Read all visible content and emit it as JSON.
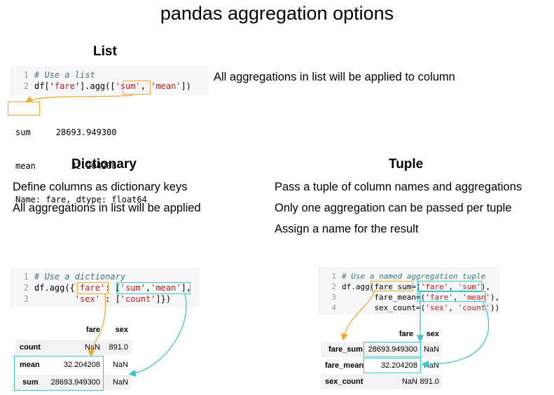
{
  "title": "pandas aggregation options",
  "list": {
    "heading": "List",
    "description": "All aggregations in list will be applied to column",
    "code": [
      {
        "n": "1",
        "text": "# Use a list"
      },
      {
        "n": "2",
        "pre": "df['",
        "s1": "fare",
        "mid": "'].agg([",
        "s2": "'sum'",
        "sep": ", ",
        "s3": "'mean'",
        "post": "])"
      }
    ],
    "output": [
      "sum     28693.949300",
      "mean       32.204208",
      "Name: fare, dtype: float64"
    ]
  },
  "dictionary": {
    "heading": "Dictionary",
    "lines": [
      "Define columns as dictionary keys",
      "All aggregations in list will be applied"
    ],
    "code": [
      {
        "n": "1",
        "text": "# Use a dictionary"
      },
      {
        "n": "2",
        "pre": "df.agg({",
        "s1": "'fare'",
        "mid": ": [",
        "s2": "'sum'",
        "sep": ",",
        "s3": "'mean'",
        "post": "],"
      },
      {
        "n": "3",
        "pre": "        ",
        "s1": "'sex'",
        "mid": " : [",
        "s2": "'count'",
        "post": "]})"
      }
    ],
    "table": {
      "columns": [
        "fare",
        "sex"
      ],
      "rows": [
        {
          "index": "count",
          "fare": "NaN",
          "sex": "891.0"
        },
        {
          "index": "mean",
          "fare": "32.204208",
          "sex": "NaN"
        },
        {
          "index": "sum",
          "fare": "28693.949300",
          "sex": "NaN"
        }
      ]
    }
  },
  "tuple": {
    "heading": "Tuple",
    "lines": [
      "Pass a tuple of column names and aggregations",
      "Only one aggregation can be passed per tuple",
      "Assign a name for the result"
    ],
    "code": [
      {
        "n": "1",
        "text": "# Use a named aggregation tuple"
      },
      {
        "n": "2",
        "pre": "df.agg(",
        "name": "fare_sum",
        "eq": "=(",
        "s1": "'fare'",
        "sep": ", ",
        "s2": "'sum'",
        "post": "),"
      },
      {
        "n": "3",
        "pre": "       ",
        "name": "fare_mean",
        "eq": "=(",
        "s1": "'fare'",
        "sep": ", ",
        "s2": "'mean'",
        "post": "),"
      },
      {
        "n": "4",
        "pre": "       ",
        "name": "sex_count",
        "eq": "=(",
        "s1": "'sex'",
        "sep": ", ",
        "s2": "'count'",
        "post": "))"
      }
    ],
    "table": {
      "columns": [
        "fare",
        "sex"
      ],
      "rows": [
        {
          "index": "fare_sum",
          "fare": "28693.949300",
          "sex": "NaN"
        },
        {
          "index": "fare_mean",
          "fare": "32.204208",
          "sex": "NaN"
        },
        {
          "index": "sex_count",
          "fare": "NaN",
          "sex": "891.0"
        }
      ]
    }
  },
  "colors": {
    "orange": "#f0a830",
    "cyan": "#3cc4cc",
    "comment": "#3a7a83",
    "string": "#ba2121"
  }
}
